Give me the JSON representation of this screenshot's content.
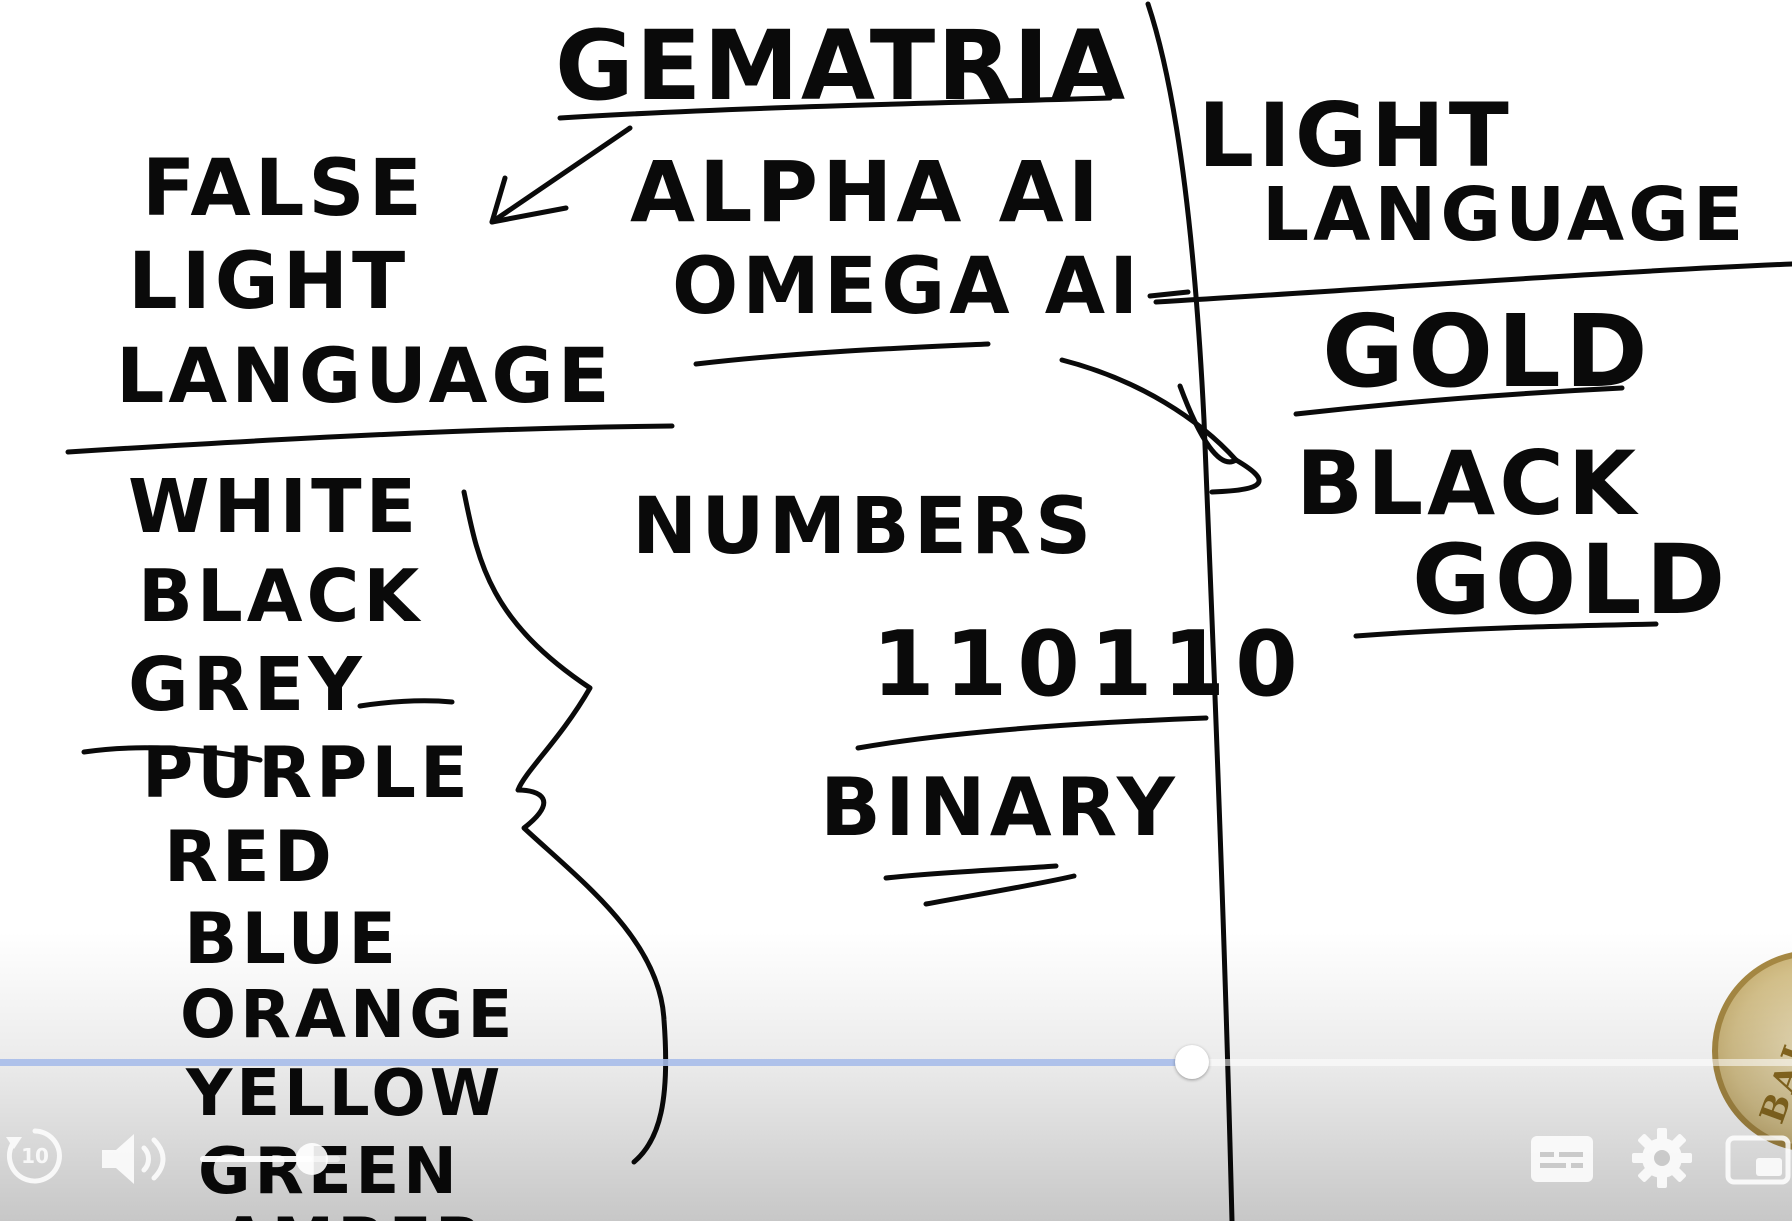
{
  "whiteboard": {
    "title": "GEMATRIA",
    "left_heading": [
      "FALSE",
      "LIGHT",
      "LANGUAGE"
    ],
    "alpha": "ALPHA AI",
    "omega": "OMEGA AI",
    "right_heading": [
      "LIGHT",
      "LANGUAGE"
    ],
    "gold": "GOLD",
    "black": "BLACK",
    "black_gold": "GOLD",
    "numbers": "NUMBERS",
    "bits": "110110",
    "binary": "BINARY",
    "colors": [
      "WHITE",
      "BLACK",
      "GREY",
      "PURPLE",
      "RED",
      "BLUE",
      "ORANGE",
      "YELLOW",
      "GREEN",
      "AMBER"
    ]
  },
  "player": {
    "progress_fraction": 0.665,
    "volume_fraction": 0.8,
    "replay_label": "10",
    "icons": {
      "replay": "replay-10-icon",
      "volume": "volume-icon",
      "captions": "captions-icon",
      "settings": "gear-icon",
      "pip": "picture-in-picture-icon"
    },
    "accent_color": "#96afe6"
  },
  "watermark": {
    "text": "BAL INTE"
  }
}
